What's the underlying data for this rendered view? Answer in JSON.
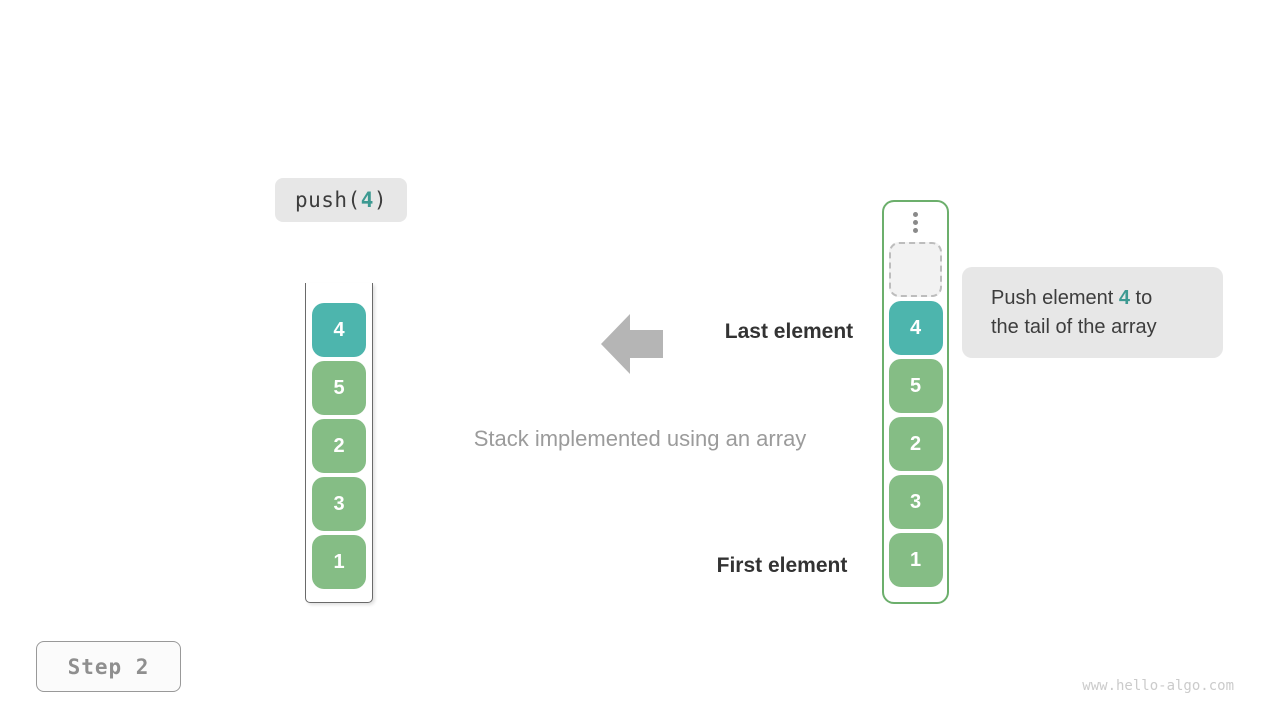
{
  "palette": {
    "teal": "#4DB5AD",
    "green": "#85BD85",
    "container_green": "#6CAF6C",
    "label_bg": "#E7E7E7",
    "arrow_gray": "#B5B5B5",
    "text_dark": "#3D3D3D",
    "text_gray": "#9B9B9B",
    "teal_text": "#3D9A92"
  },
  "operation_label": {
    "prefix": "push(",
    "arg": "4",
    "suffix": ")"
  },
  "left_stack": {
    "items": [
      {
        "value": "4",
        "highlight": true
      },
      {
        "value": "5",
        "highlight": false
      },
      {
        "value": "2",
        "highlight": false
      },
      {
        "value": "3",
        "highlight": false
      },
      {
        "value": "1",
        "highlight": false
      }
    ]
  },
  "right_stack": {
    "items": [
      {
        "value": "4",
        "highlight": true
      },
      {
        "value": "5",
        "highlight": false
      },
      {
        "value": "2",
        "highlight": false
      },
      {
        "value": "3",
        "highlight": false
      },
      {
        "value": "1",
        "highlight": false
      }
    ]
  },
  "labels": {
    "last_element": "Last element",
    "first_element": "First element",
    "caption": "Stack implemented using an array"
  },
  "tooltip": {
    "line1_pre": "Push element ",
    "line1_value": "4",
    "line1_post": " to",
    "line2": "the tail of the array"
  },
  "step_badge": "Step 2",
  "watermark": "www.hello-algo.com"
}
